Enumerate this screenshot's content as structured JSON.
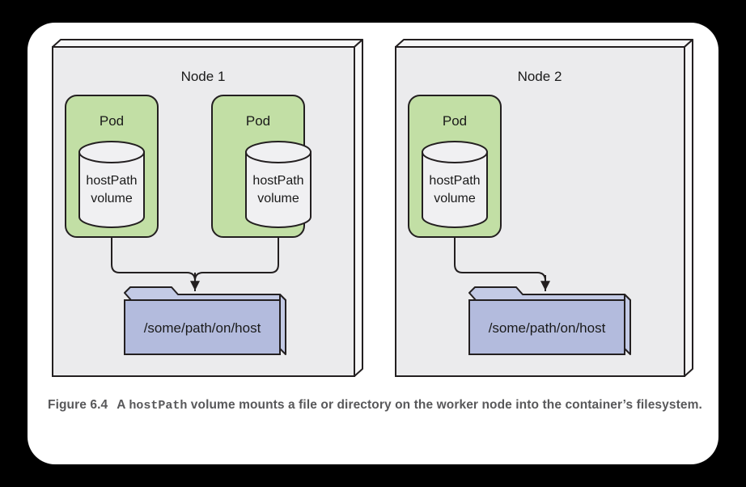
{
  "figure": {
    "caption_label": "Figure 6.4",
    "caption_lead": "A",
    "caption_mono": "hostPath",
    "caption_rest": "volume mounts a file or directory on the worker node into the container’s filesystem."
  },
  "colors": {
    "background": "#000000",
    "card": "#ffffff",
    "node_fill": "#ebebed",
    "node_top_fill": "#f7f7f8",
    "pod_fill": "#c2dfa5",
    "cylinder_fill": "#f0f0f2",
    "folder_fill": "#b3bbdd",
    "folder_top_fill": "#c3cae5",
    "stroke": "#231f20",
    "caption_text": "#58585a"
  },
  "nodes": [
    {
      "title": "Node 1",
      "pods": [
        {
          "label": "Pod",
          "volume_line1": "hostPath",
          "volume_line2": "volume"
        },
        {
          "label": "Pod",
          "volume_line1": "hostPath",
          "volume_line2": "volume"
        }
      ],
      "folder": {
        "path": "/some/path/on/host"
      }
    },
    {
      "title": "Node 2",
      "pods": [
        {
          "label": "Pod",
          "volume_line1": "hostPath",
          "volume_line2": "volume"
        }
      ],
      "folder": {
        "path": "/some/path/on/host"
      }
    }
  ]
}
